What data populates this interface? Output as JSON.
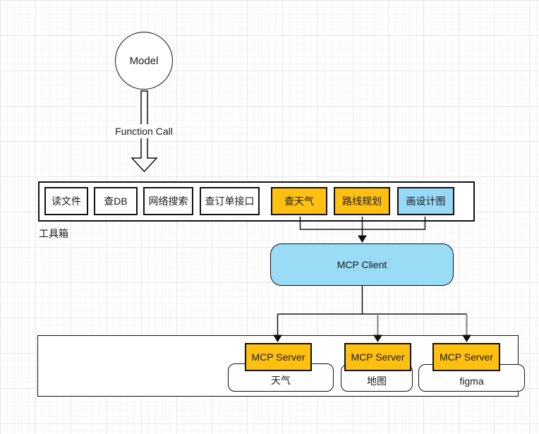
{
  "diagram": {
    "model_node": {
      "label": "Model"
    },
    "function_call_label": "Function Call",
    "toolbox": {
      "label": "工具箱",
      "tools": [
        {
          "label": "读文件",
          "style": "plain"
        },
        {
          "label": "查DB",
          "style": "plain"
        },
        {
          "label": "网络搜索",
          "style": "plain"
        },
        {
          "label": "查订单接口",
          "style": "plain"
        },
        {
          "label": "查天气",
          "style": "orange"
        },
        {
          "label": "路线规划",
          "style": "orange"
        },
        {
          "label": "画设计图",
          "style": "blue"
        }
      ]
    },
    "mcp_client": {
      "label": "MCP Client"
    },
    "servers": [
      {
        "label": "MCP Server",
        "service": "天气"
      },
      {
        "label": "MCP Server",
        "service": "地图"
      },
      {
        "label": "MCP Server",
        "service": "figma"
      }
    ],
    "edges": [
      {
        "from": "Model",
        "to": "工具箱",
        "label": "Function Call",
        "style": "hollow-arrow"
      },
      {
        "from": "查天气",
        "to": "MCP Client"
      },
      {
        "from": "路线规划",
        "to": "MCP Client"
      },
      {
        "from": "画设计图",
        "to": "MCP Client"
      },
      {
        "from": "MCP Client",
        "to": "MCP Server 天气"
      },
      {
        "from": "MCP Client",
        "to": "MCP Server 地图"
      },
      {
        "from": "MCP Client",
        "to": "MCP Server figma"
      }
    ],
    "colors": {
      "orange": "#FFC010",
      "blue": "#97D9F6",
      "client_blue": "#9ADBF6",
      "line": "#111111",
      "gray_line": "#808080",
      "grid_minor": "#f4f4f4",
      "grid_major": "#e7e7e7"
    }
  }
}
